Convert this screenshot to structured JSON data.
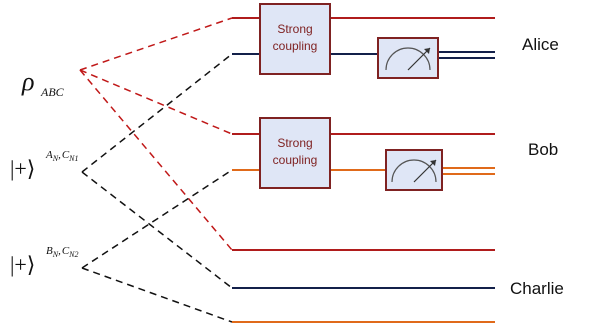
{
  "diagram": {
    "rho_symbol": "ρ",
    "rho_subscript": "ABC",
    "ket_label": "|+⟩",
    "state_two_superscript_a": "A",
    "state_two_superscript_a_sub": "N",
    "state_two_superscript_sep": ",",
    "state_two_superscript_c": "C",
    "state_two_superscript_c_sub": "N1",
    "state_three_superscript_a": "B",
    "state_three_superscript_a_sub": "N",
    "state_three_superscript_sep": ",",
    "state_three_superscript_c": "C",
    "state_three_superscript_c_sub": "N2",
    "gate_1_line1": "Strong",
    "gate_1_line2": "coupling",
    "gate_2_line1": "Strong",
    "gate_2_line2": "coupling",
    "party_alice": "Alice",
    "party_bob": "Bob",
    "party_charlie": "Charlie",
    "colors": {
      "red_wire": "#b01c1c",
      "navy_wire": "#13204a",
      "orange_wire": "#e06a1a",
      "gate_fill": "#dfe6f6",
      "gate_border": "#7f2222"
    }
  }
}
